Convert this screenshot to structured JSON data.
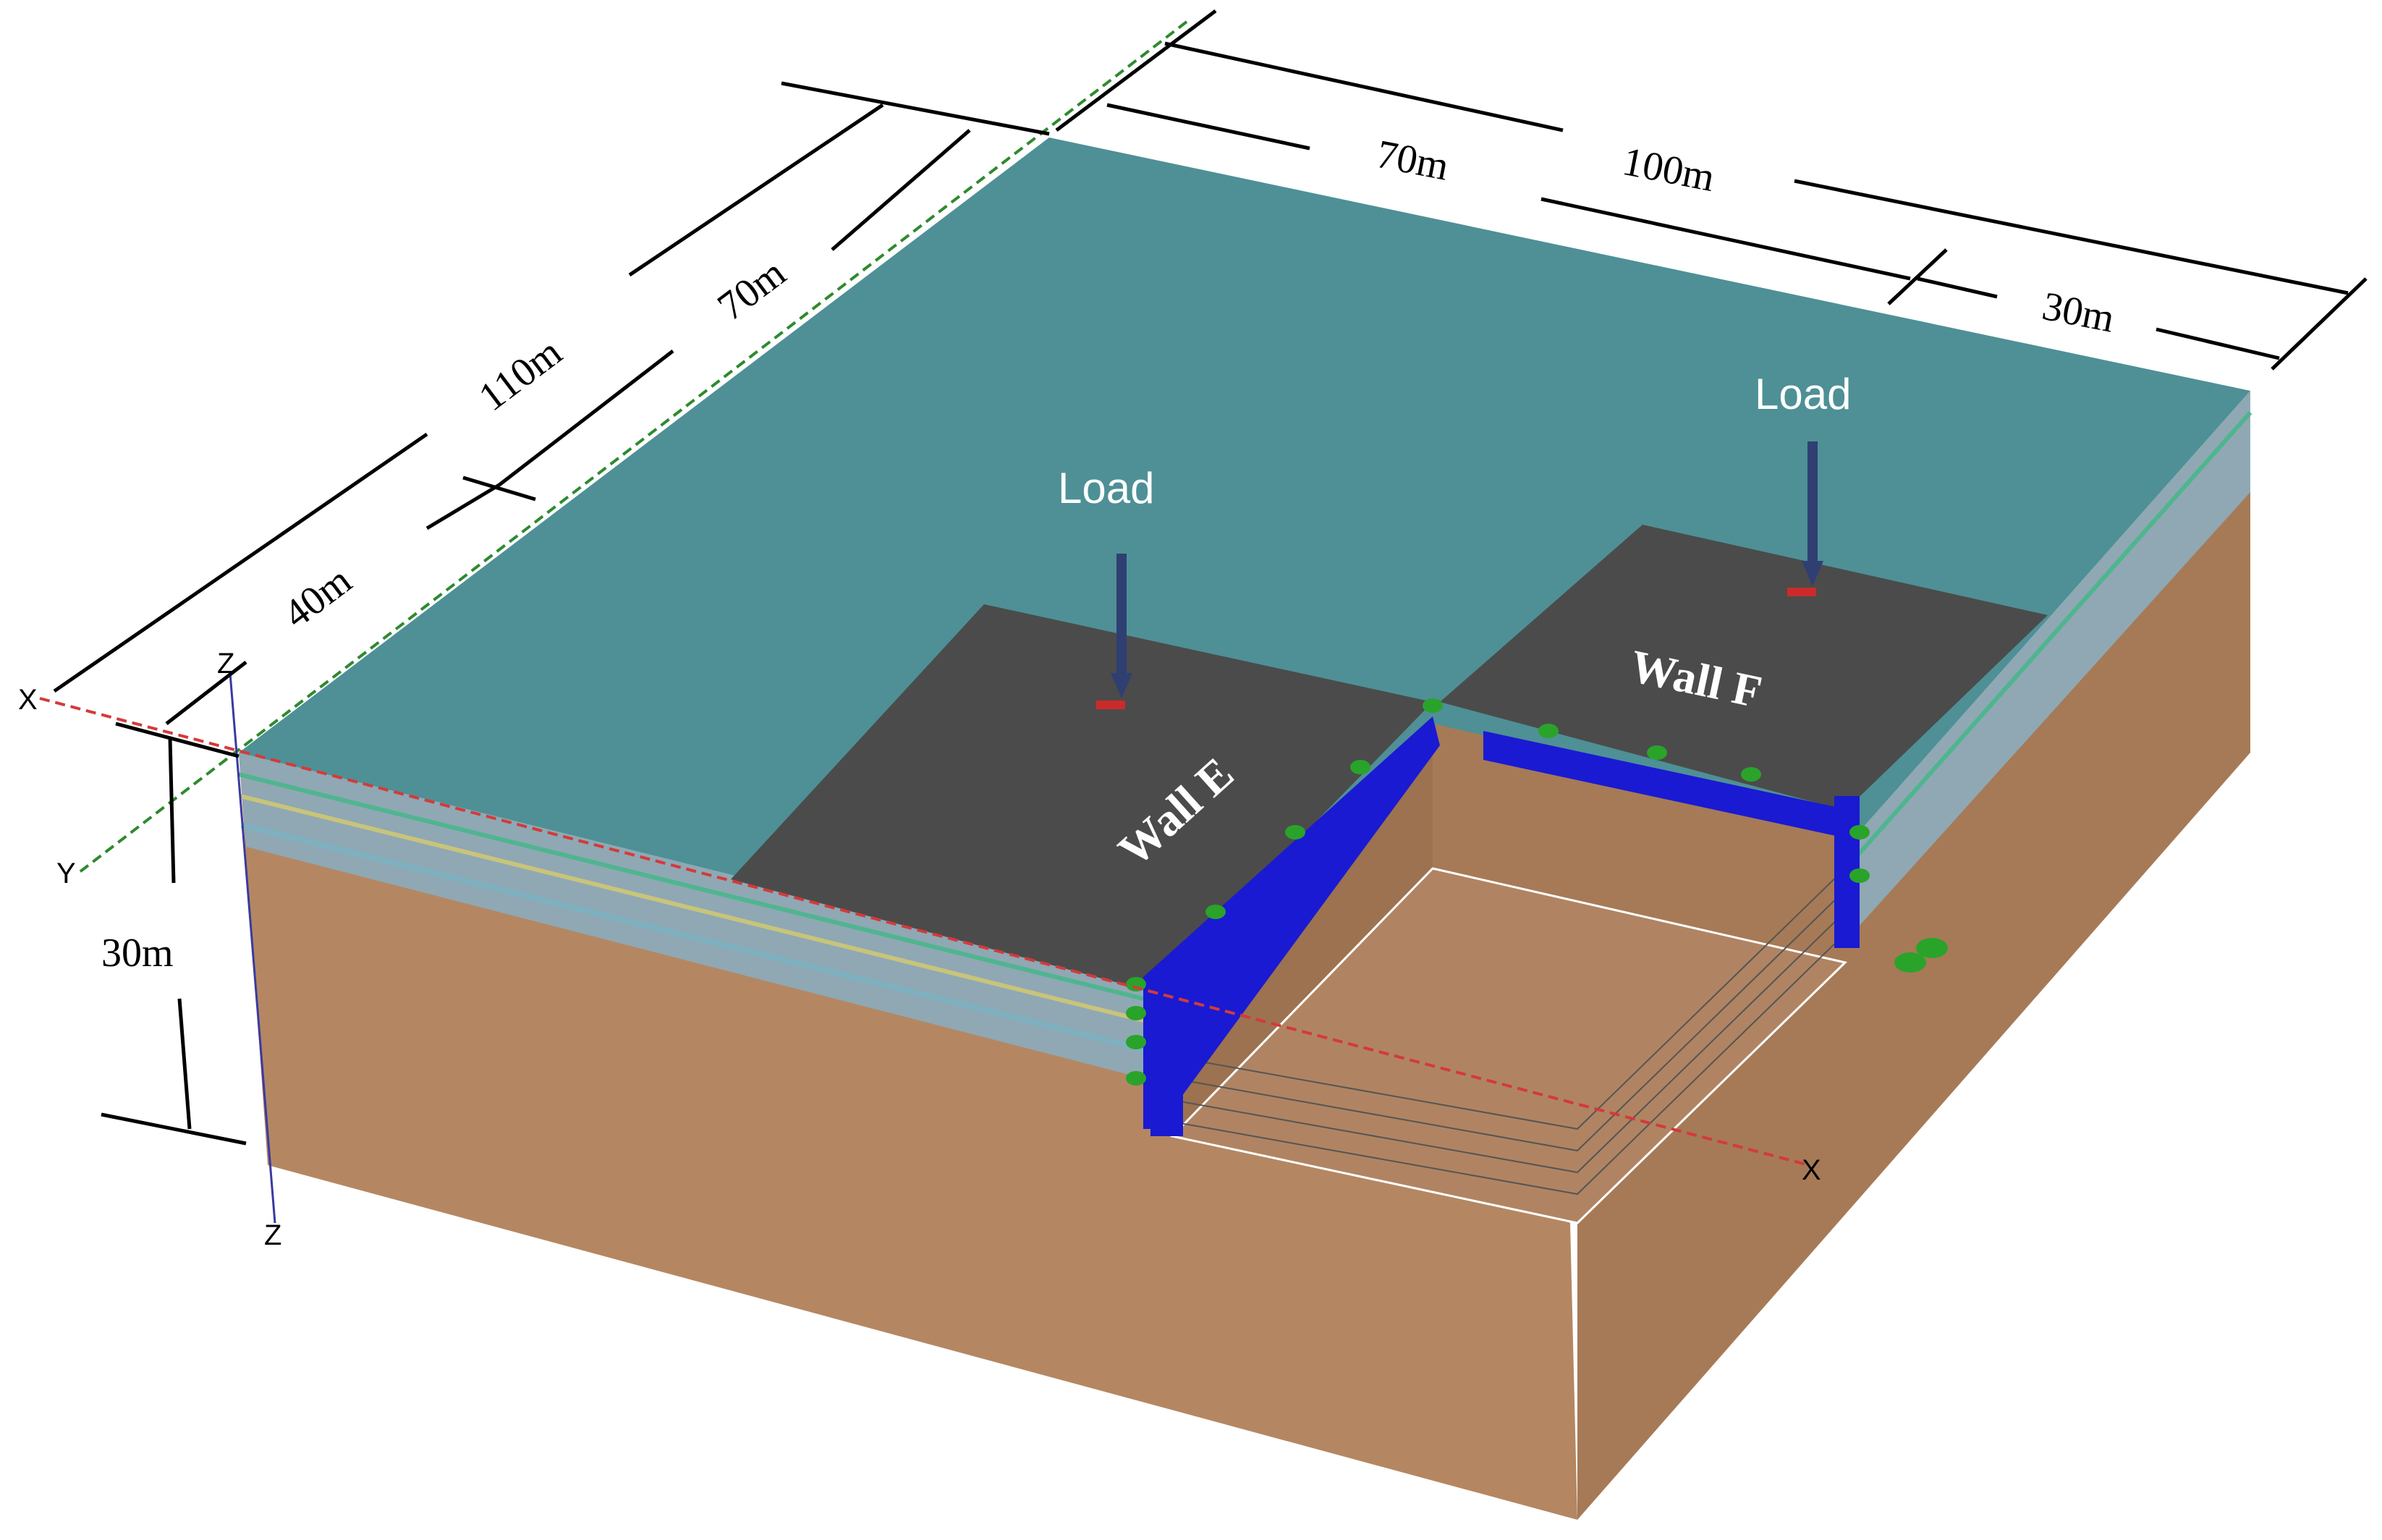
{
  "dimensions": {
    "top_total": "100m",
    "top_left": "70m",
    "top_right": "30m",
    "left_total": "110m",
    "left_back": "70m",
    "left_front": "40m",
    "depth": "30m"
  },
  "loads": {
    "left": "Load",
    "right": "Load"
  },
  "walls": {
    "e": "Wall E",
    "f": "Wall F"
  },
  "axes": {
    "x_left": "X",
    "x_right": "X",
    "y": "Y",
    "z_top": "Z",
    "z_bottom": "Z"
  },
  "colors": {
    "ground_surface": "#4e9096",
    "soil": "#b48762",
    "soil_side_dark": "#a67a56",
    "slab": "#4b4b4b",
    "wall": "#1a1ad2",
    "anchor": "#2aa32a",
    "load_arrow": "#2f3f72",
    "axis_x": "#d43a3a"
  }
}
